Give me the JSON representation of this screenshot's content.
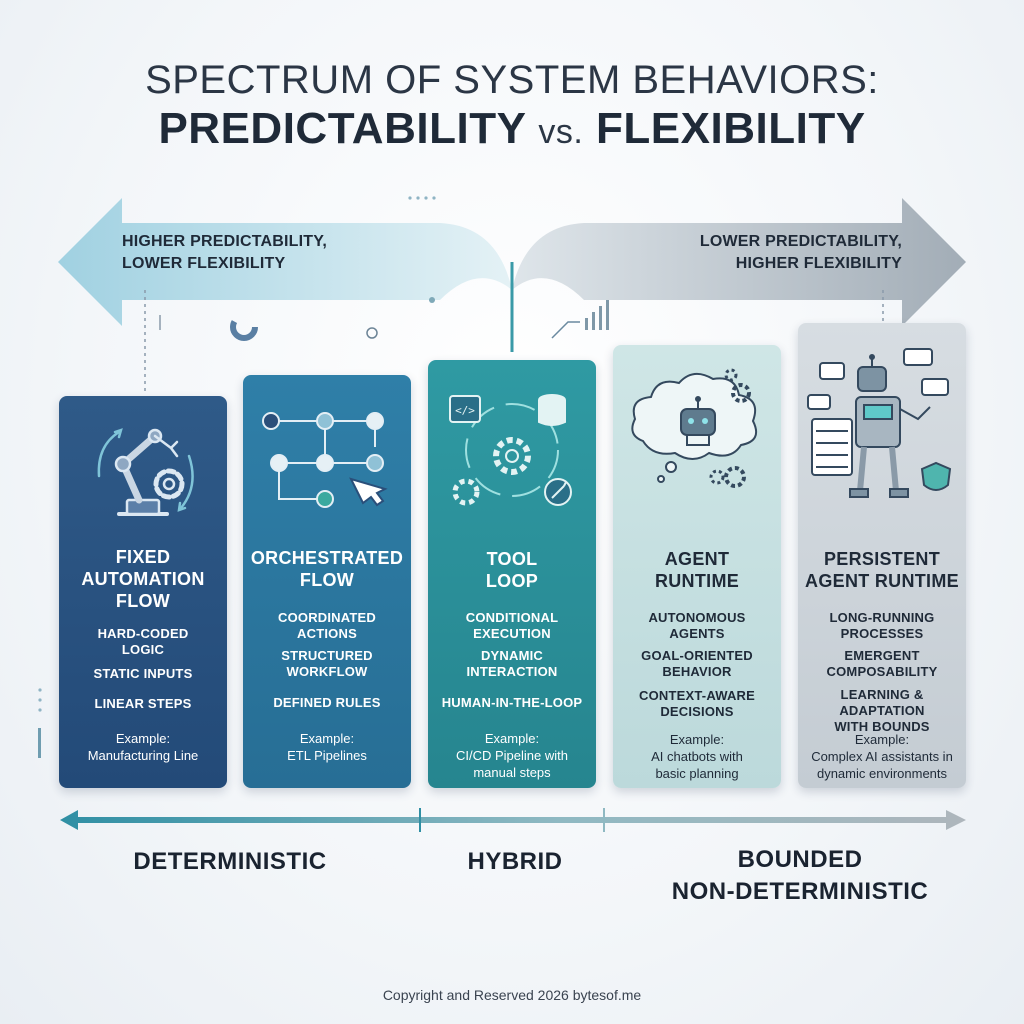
{
  "title": {
    "line1": "SPECTRUM OF SYSTEM BEHAVIORS:",
    "line2_a": "PREDICTABILITY",
    "line2_vs": "vs.",
    "line2_b": "FLEXIBILITY"
  },
  "arrows": {
    "left_label": [
      "HIGHER PREDICTABILITY,",
      "LOWER FLEXIBILITY"
    ],
    "right_label": [
      "LOWER PREDICTABILITY,",
      "HIGHER FLEXIBILITY"
    ]
  },
  "cards": [
    {
      "name": [
        "FIXED",
        "AUTOMATION",
        "FLOW"
      ],
      "icon": "robot-arm-icon",
      "features": [
        [
          "HARD-CODED",
          "LOGIC"
        ],
        [
          "STATIC INPUTS"
        ],
        [
          "LINEAR STEPS"
        ]
      ],
      "example": [
        "Example:",
        "Manufacturing Line"
      ]
    },
    {
      "name": [
        "ORCHESTRATED",
        "FLOW"
      ],
      "icon": "workflow-graph-icon",
      "features": [
        [
          "COORDINATED",
          "ACTIONS"
        ],
        [
          "STRUCTURED",
          "WORKFLOW"
        ],
        [
          "DEFINED RULES"
        ]
      ],
      "example": [
        "Example:",
        "ETL Pipelines"
      ]
    },
    {
      "name": [
        "TOOL",
        "LOOP"
      ],
      "icon": "tool-cycle-icon",
      "features": [
        [
          "CONDITIONAL",
          "EXECUTION"
        ],
        [
          "DYNAMIC",
          "INTERACTION"
        ],
        [
          "HUMAN-IN-THE-LOOP"
        ]
      ],
      "example": [
        "Example:",
        "CI/CD Pipeline with",
        "manual steps"
      ]
    },
    {
      "name": [
        "AGENT",
        "RUNTIME"
      ],
      "icon": "thinking-robot-icon",
      "features": [
        [
          "AUTONOMOUS",
          "AGENTS"
        ],
        [
          "GOAL-ORIENTED",
          "BEHAVIOR"
        ],
        [
          "CONTEXT-AWARE",
          "DECISIONS"
        ]
      ],
      "example": [
        "Example:",
        "AI chatbots with",
        "basic planning"
      ]
    },
    {
      "name": [
        "PERSISTENT",
        "AGENT RUNTIME"
      ],
      "icon": "robot-server-icon",
      "features": [
        [
          "LONG-RUNNING",
          "PROCESSES"
        ],
        [
          "EMERGENT",
          "COMPOSABILITY"
        ],
        [
          "LEARNING & ADAPTATION",
          "WITH BOUNDS"
        ]
      ],
      "example": [
        "Example:",
        "Complex AI assistants in",
        "dynamic environments"
      ]
    }
  ],
  "regions": {
    "deterministic": "DETERMINISTIC",
    "hybrid": "HYBRID",
    "bounded_line1": "BOUNDED",
    "bounded_line2": "NON-DETERMINISTIC"
  },
  "copyright": "Copyright and Reserved 2026 bytesof.me",
  "colors": {
    "card1": "#2a5282",
    "card2": "#2b779f",
    "card3": "#2a8f99",
    "card4": "#c6dfe0",
    "card5": "#cdd4da",
    "arrow_left": "#a9d3e2",
    "arrow_right": "#aab5bf"
  }
}
